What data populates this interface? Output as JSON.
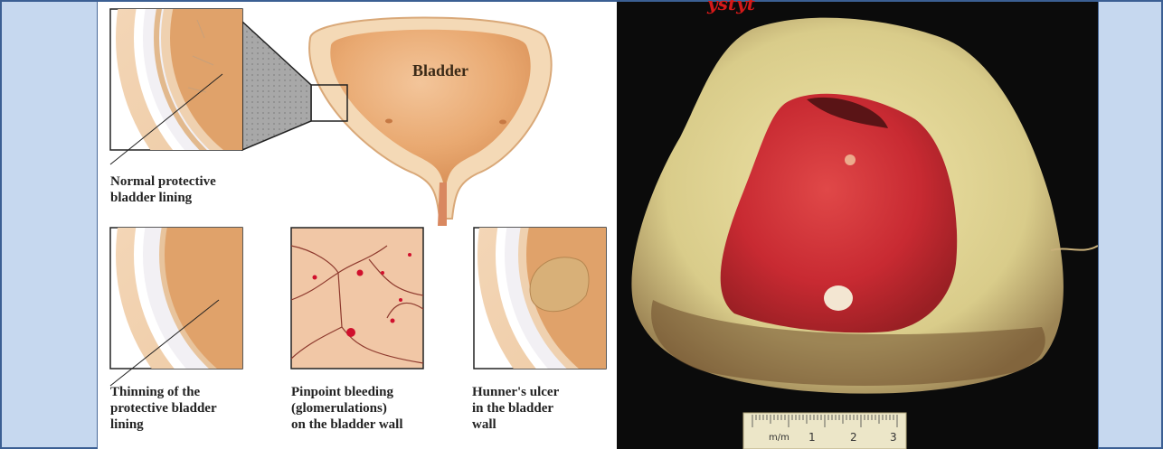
{
  "title_partial": "ystyt",
  "diagram": {
    "organ_label": "Bladder",
    "captions": {
      "normal": [
        "Normal protective",
        "bladder lining"
      ],
      "thinning": [
        "Thinning of the",
        "protective bladder",
        "lining"
      ],
      "bleeding": [
        "Pinpoint bleeding",
        "(glomerulations)",
        "on the bladder wall"
      ],
      "ulcer": [
        "Hunner's ulcer",
        "in the bladder",
        "wall"
      ]
    }
  },
  "specimen": {
    "ruler_units": "m/m",
    "ruler_marks": [
      "1",
      "2",
      "3"
    ]
  },
  "colors": {
    "page_bg": "#c6d8ef",
    "border": "#3b5f93",
    "title_red": "#d41919"
  }
}
